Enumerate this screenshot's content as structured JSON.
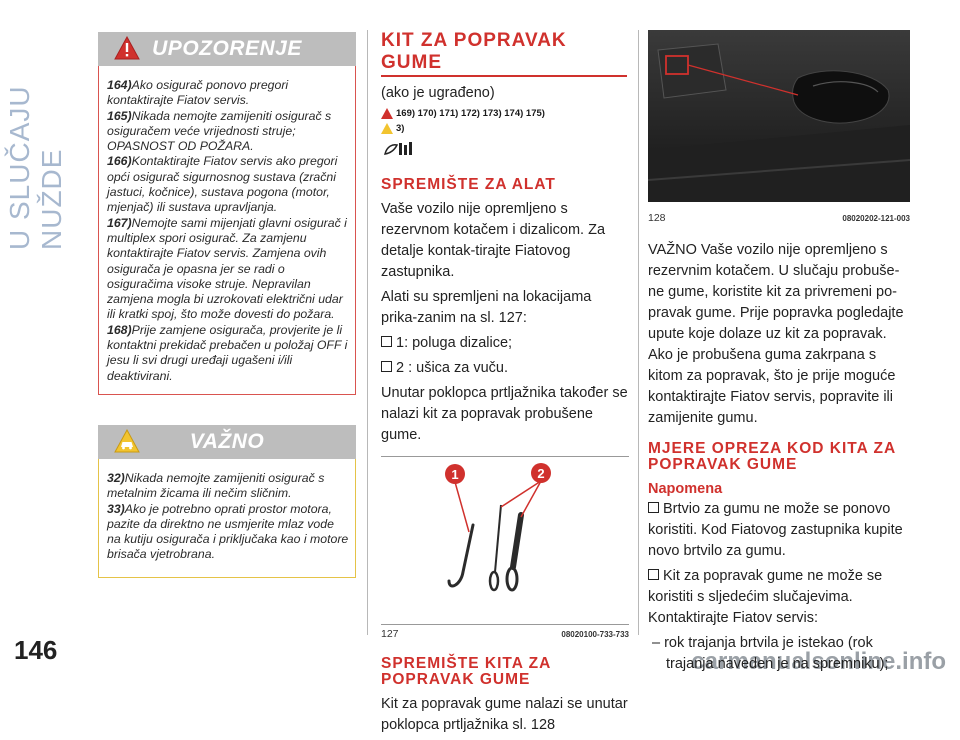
{
  "side_title": "U SLUČAJU NUŽDE",
  "page_number": "146",
  "watermark": "carmanualsonline.info",
  "warning": {
    "banner": "UPOZORENJE",
    "items": [
      {
        "num": "164)",
        "text": "Ako osigurač ponovo pregori kontaktirajte Fiatov servis."
      },
      {
        "num": "165)",
        "text": "Nikada nemojte zamijeniti osigurač s osiguračem veće vrijednosti struje; OPASNOST OD POŽARA."
      },
      {
        "num": "166)",
        "text": "Kontaktirajte Fiatov servis ako pregori opći osigurač sigurnosnog sustava (zračni jastuci, kočnice), sustava pogona (motor, mjenjač) ili sustava upravljanja."
      },
      {
        "num": "167)",
        "text": "Nemojte sami mijenjati glavni osigurač i multiplex spori osigurač. Za zamjenu kontaktirajte Fiatov servis. Zamjena ovih osigurača je opasna jer se radi o osiguračima visoke struje. Nepravilan zamjena mogla bi uzrokovati električni udar ili kratki spoj, što može dovesti do požara."
      },
      {
        "num": "168)",
        "text": "Prije zamjene osigurača, provjerite je li kontaktni prekidač prebačen u položaj OFF i jesu li svi drugi uređaji ugašeni i/ili deaktivirani."
      }
    ]
  },
  "important": {
    "banner": "VAŽNO",
    "items": [
      {
        "num": "32)",
        "text": "Nikada nemojte zamijeniti osigurač s metalnim žicama ili nečim sličnim."
      },
      {
        "num": "33)",
        "text": "Ako je potrebno oprati prostor motora, pazite da direktno ne usmjerite mlaz vode na kutiju osigurača i priključaka kao i motore brisača vjetrobrana."
      }
    ]
  },
  "col2": {
    "title": "KIT ZA POPRAVAK GUME",
    "subtitle": "(ako je ugrađeno)",
    "refs_warn": "169) 170) 171) 172) 173) 174) 175)",
    "refs_note": "3)",
    "h_tools": "SPREMIŠTE ZA ALAT",
    "p1": "Vaše vozilo nije opremljeno s rezervnom kotačem i dizalicom. Za detalje kontak-tirajte Fiatovog zastupnika.",
    "p2": "Alati su spremljeni na lokacijama prika-zanim na sl. 127:",
    "list": [
      "1: poluga dizalice;",
      "2 : ušica za vuču."
    ],
    "p3": "Unutar poklopca prtljažnika također se nalazi kit za popravak probušene gume.",
    "fig_num": "127",
    "fig_code": "08020100-733-733",
    "fig_label_1": "1",
    "fig_label_2": "2",
    "h_kit": "SPREMIŠTE KITA ZA POPRAVAK GUME",
    "p4": "Kit za popravak gume nalazi se unutar poklopca prtljažnika sl. 128"
  },
  "col3": {
    "fig_num": "128",
    "fig_code": "08020202-121-003",
    "p1": "VAŽNO Vaše vozilo nije opremljeno s rezervnim kotačem. U slučaju probuše-ne gume, koristite kit za privremeni po-pravak gume. Prije popravka pogledajte upute koje dolaze uz kit za popravak. Ako je probušena guma zakrpana s kitom za popravak, što je prije moguće kontaktirajte Fiatov servis, popravite ili zamijenite gumu.",
    "h_measures": "MJERE OPREZA KOD KITA ZA POPRAVAK GUME",
    "h_note": "Napomena",
    "list1": "Brtvio za gumu ne može se ponovo koristiti. Kod Fiatovog zastupnika kupite novo brtvilo za gumu.",
    "list2": "Kit za popravak gume ne može se koristiti s sljedećim slučajevima. Kontaktirajte Fiatov servis:",
    "dash1": "– rok trajanja brtvila je istekao (rok trajanja naveden je na spremniku);"
  }
}
